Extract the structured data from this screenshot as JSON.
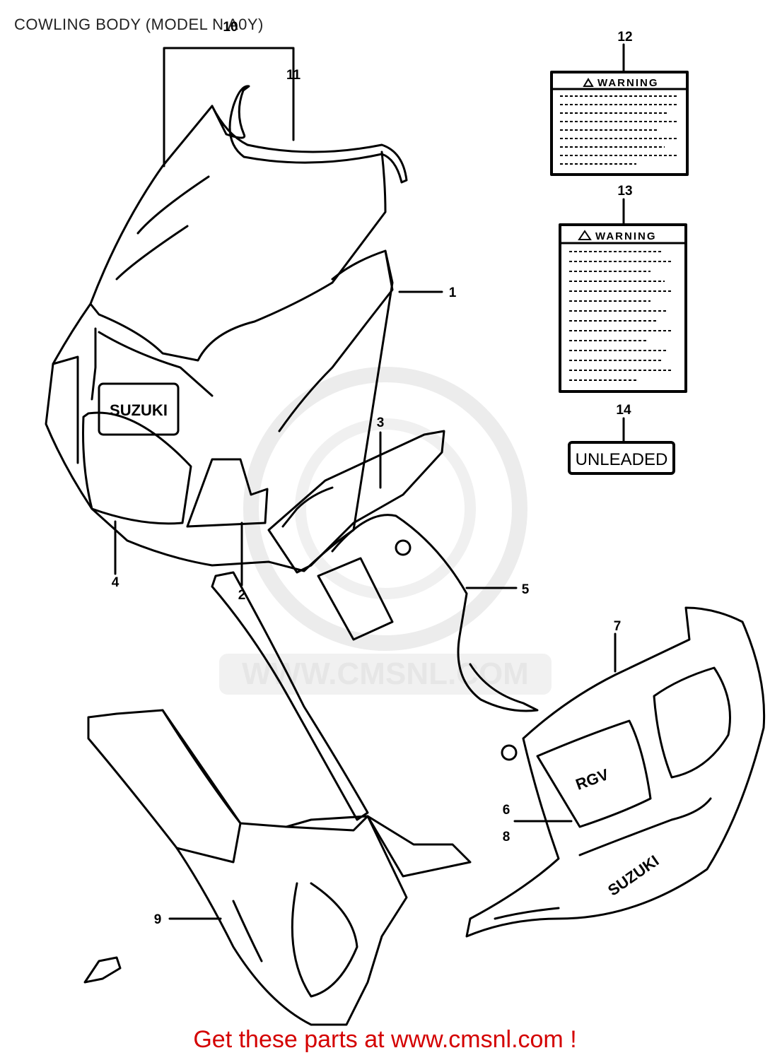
{
  "title": "COWLING BODY (MODEL N A0Y)",
  "watermark": "WWW.CMSNL.COM",
  "footer": "Get these parts at www.cmsnl.com !",
  "callouts": {
    "c1": "1",
    "c2": "2",
    "c3": "3",
    "c4": "4",
    "c5": "5",
    "c6": "6",
    "c7": "7",
    "c8": "8",
    "c9": "9",
    "c10": "10",
    "c11": "11",
    "c12": "12",
    "c13": "13",
    "c14": "14"
  },
  "labels": {
    "warning_small": "WARNING",
    "warning_large": "WARNING",
    "unleaded": "UNLEADED",
    "cowl_logo": "SUZUKI",
    "lower_logo": "SUZUKI",
    "badge": "RGV"
  },
  "colors": {
    "line": "#000000",
    "footer_text": "#d40000",
    "watermark": "#e6e6e6"
  }
}
